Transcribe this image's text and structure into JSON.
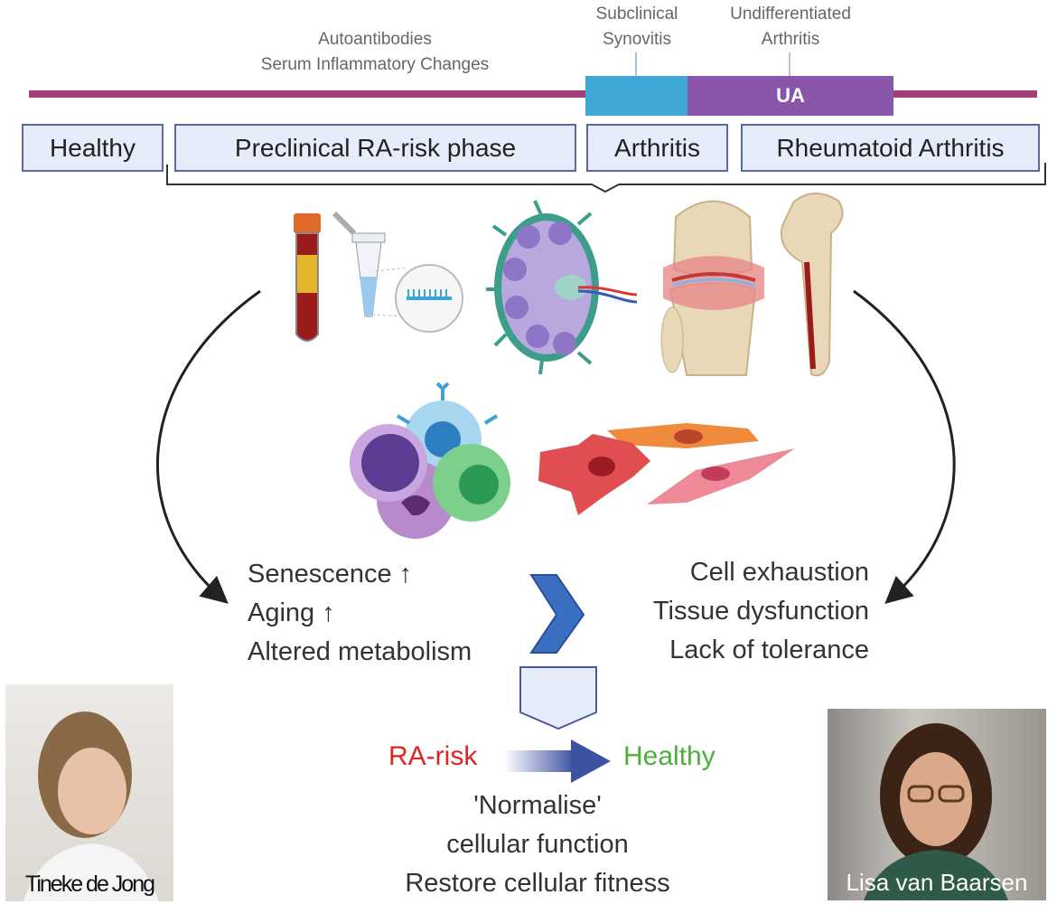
{
  "timeline": {
    "label_autoantibodies": "Autoantibodies",
    "label_serum": "Serum Inflammatory Changes",
    "label_subclinical_1": "Subclinical",
    "label_subclinical_2": "Synovitis",
    "label_undiff_1": "Undifferentiated",
    "label_undiff_2": "Arthritis",
    "ua_label": "UA",
    "colors": {
      "line": "#a23d76",
      "synovitis": "#3fa7d6",
      "ua": "#8a56aa"
    }
  },
  "phases": {
    "healthy": "Healthy",
    "preclinical": "Preclinical RA-risk phase",
    "arthritis": "Arthritis",
    "ra": "Rheumatoid Arthritis"
  },
  "left_features": [
    "Senescence ↑",
    "Aging ↑",
    "Altered metabolism"
  ],
  "right_features": [
    "Cell exhaustion",
    "Tissue dysfunction",
    "Lack of tolerance"
  ],
  "outcome": {
    "from": "RA-risk",
    "to": "Healthy",
    "from_color": "#e02424",
    "to_color": "#4caf3a",
    "line1": "'Normalise'",
    "line2": "cellular function",
    "line3": "Restore cellular fitness"
  },
  "people": {
    "left_name": "Tineke de Jong",
    "right_name": "Lisa van Baarsen"
  }
}
